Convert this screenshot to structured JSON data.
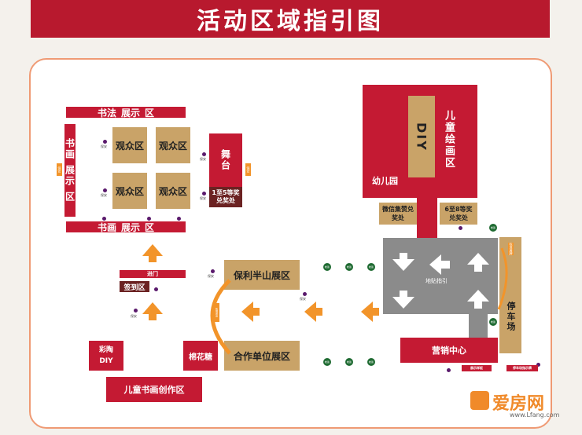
{
  "title": "活动区域指引图",
  "zones": {
    "calligraphy_top": [
      "书法",
      "展示",
      "区"
    ],
    "calligraphy_bottom": [
      "书画",
      "展示",
      "区"
    ],
    "calligraphy_left": [
      "书画",
      "展示",
      "区"
    ],
    "audience": [
      "观众区",
      "观众区",
      "观众区",
      "观众区"
    ],
    "stage": "舞台",
    "prize_1_5": "1至5等奖兑奖处",
    "entrance": "进门",
    "sign_in": "签到区",
    "poly_exhibit": "保利半山展区",
    "coop_exhibit": "合作单位展区",
    "cotton_candy": "棉花糖",
    "pottery": "彩陶DIY",
    "kids_calligraphy": "儿童书画创作区",
    "kids_painting": "儿童绘画区",
    "diy": "DIY",
    "kindergarten": "幼儿园",
    "wechat_prize": "微信集赞兑奖处",
    "prize_6_8": "6至8等奖兑奖处",
    "parking_guide": "地贴指引",
    "parking": "停车场",
    "sales_center": "营销中心",
    "tent_label": "帐篷",
    "security_label": "保安",
    "small_side": "保安",
    "sample_display": "展示样板",
    "parking_sign": "停车场指示牌",
    "vertical_sign": "标准展牌",
    "curve_label": "拓展通道"
  },
  "logo": {
    "brand": "爱房网",
    "url": "www.Lfang.com"
  },
  "colors": {
    "red": "#c41a33",
    "tan": "#c9a368",
    "brown": "#6b2222",
    "orange": "#f2942a",
    "gray": "#8b8b8b",
    "green": "#1f6b32"
  }
}
